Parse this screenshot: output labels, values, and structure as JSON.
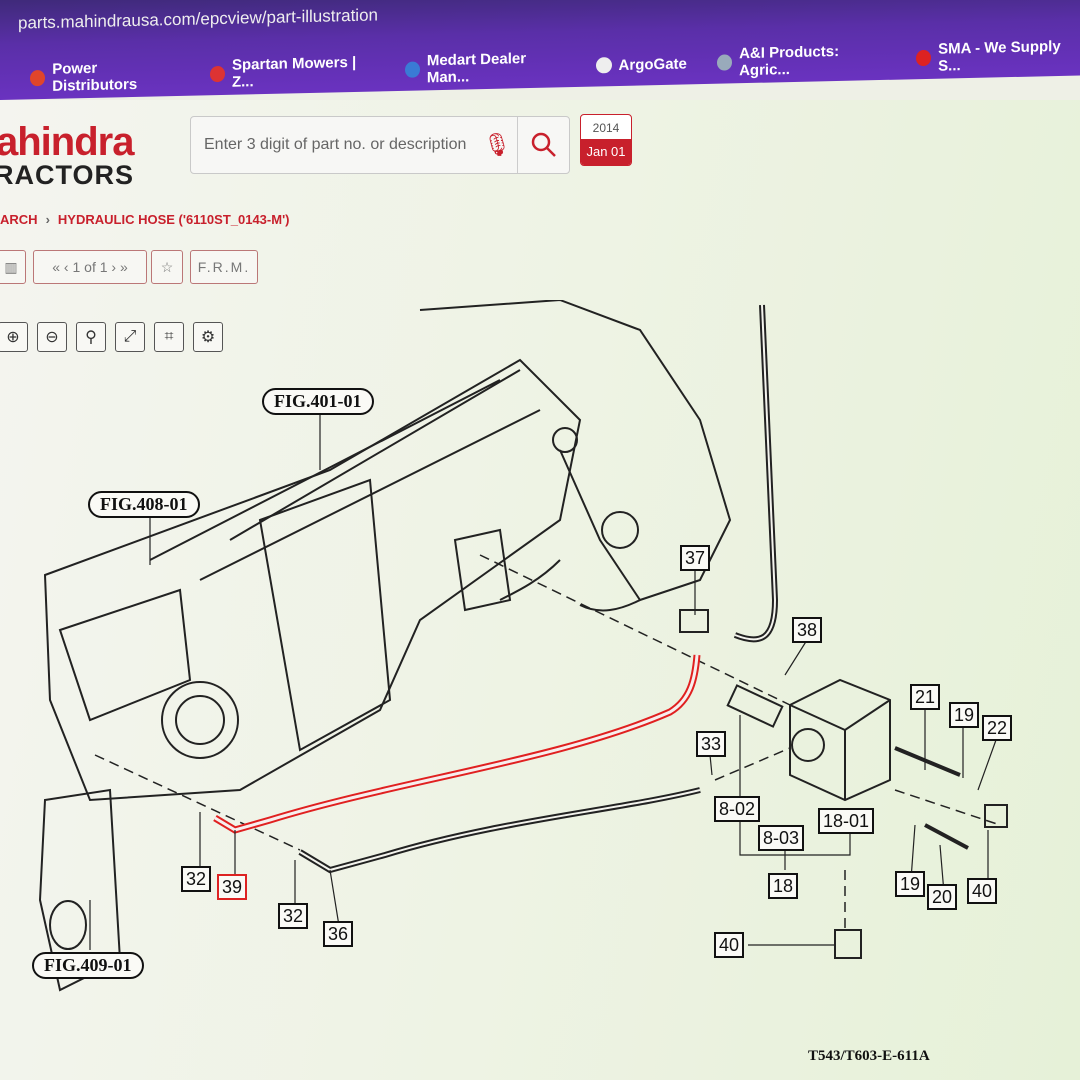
{
  "browser": {
    "url": "parts.mahindrausa.com/epcview/part-illustration",
    "bookmarks": [
      {
        "label": "Power Distributors",
        "color": "#e0452b"
      },
      {
        "label": "Spartan Mowers | Z...",
        "color": "#d33"
      },
      {
        "label": "Medart Dealer Man...",
        "color": "#3a7bd5"
      },
      {
        "label": "ArgoGate",
        "color": "#eee"
      },
      {
        "label": "A&I Products: Agric...",
        "color": "#9ab"
      },
      {
        "label": "SMA - We Supply S...",
        "color": "#d22"
      }
    ]
  },
  "header": {
    "logo_line1": "ahindra",
    "logo_line2": "RACTORS",
    "search_placeholder": "Enter 3 digit of part no. or description",
    "calendar_year": "2014",
    "calendar_date": "Jan 01"
  },
  "breadcrumb": {
    "items": [
      "ARCH",
      "HYDRAULIC HOSE ('6110ST_0143-M')"
    ]
  },
  "toolbar": {
    "pager": "« ‹ 1 of 1 › »",
    "star": "☆",
    "frm": "F.R.M."
  },
  "zoom_tools": [
    {
      "icon": "zoom-in-icon",
      "glyph": "⊕"
    },
    {
      "icon": "zoom-out-icon",
      "glyph": "⊖"
    },
    {
      "icon": "zoom-user-icon",
      "glyph": "⚲"
    },
    {
      "icon": "fit-screen-icon",
      "glyph": "⤢"
    },
    {
      "icon": "crop-icon",
      "glyph": "⌗"
    },
    {
      "icon": "settings-icon",
      "glyph": "⚙"
    }
  ],
  "diagram": {
    "figures": [
      "FIG.401-01",
      "FIG.408-01",
      "FIG.409-01"
    ],
    "callouts": [
      "37",
      "38",
      "21",
      "19",
      "22",
      "33",
      "8-02",
      "8-03",
      "18-01",
      "18",
      "19",
      "20",
      "40",
      "40",
      "32",
      "39",
      "32",
      "36"
    ],
    "highlight_callout": "39",
    "highlight_color": "#e02020",
    "drawing_code": "T543/T603-E-611A"
  }
}
